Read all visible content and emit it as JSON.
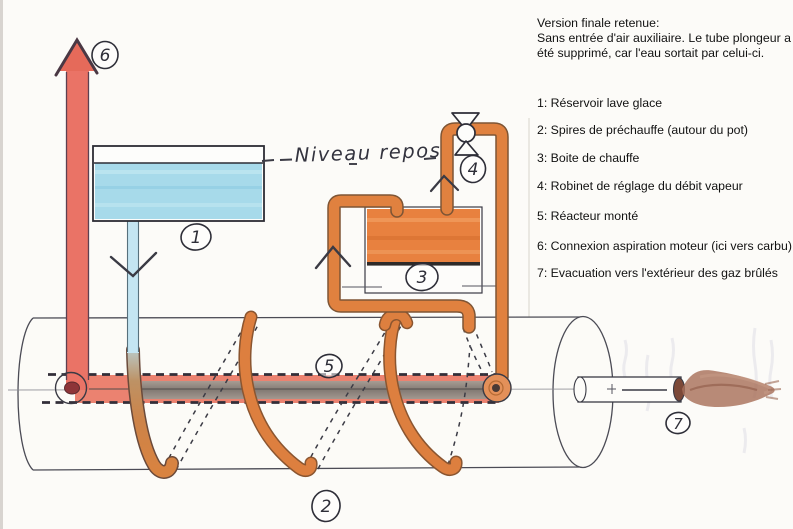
{
  "notes": {
    "line1": "Version finale retenue:",
    "line2": "Sans entrée d'air auxiliaire. Le tube plongeur a",
    "line3": "été supprimé, car l'eau sortait par celui-ci."
  },
  "legend": {
    "items": [
      "1: Réservoir lave glace",
      "2: Spires de préchauffe (autour du pot)",
      "3: Boite de chauffe",
      "4: Robinet de réglage du débit vapeur",
      "5: Réacteur monté",
      "6: Connexion aspiration moteur (ici vers carbu)",
      "7: Evacuation vers l'extérieur des gaz brûlés"
    ]
  },
  "diagram": {
    "niveau_label": "Niveau repos",
    "markers": [
      "1",
      "2",
      "3",
      "4",
      "5",
      "6",
      "7"
    ],
    "colors": {
      "pipe_orange": "#dd7f3f",
      "steam_red": "#ea7366",
      "water_blue": "#a7daea",
      "heatbox_orange": "#e8813f",
      "flame_brown": "#a8705a",
      "pencil": "#3b3b45"
    }
  }
}
